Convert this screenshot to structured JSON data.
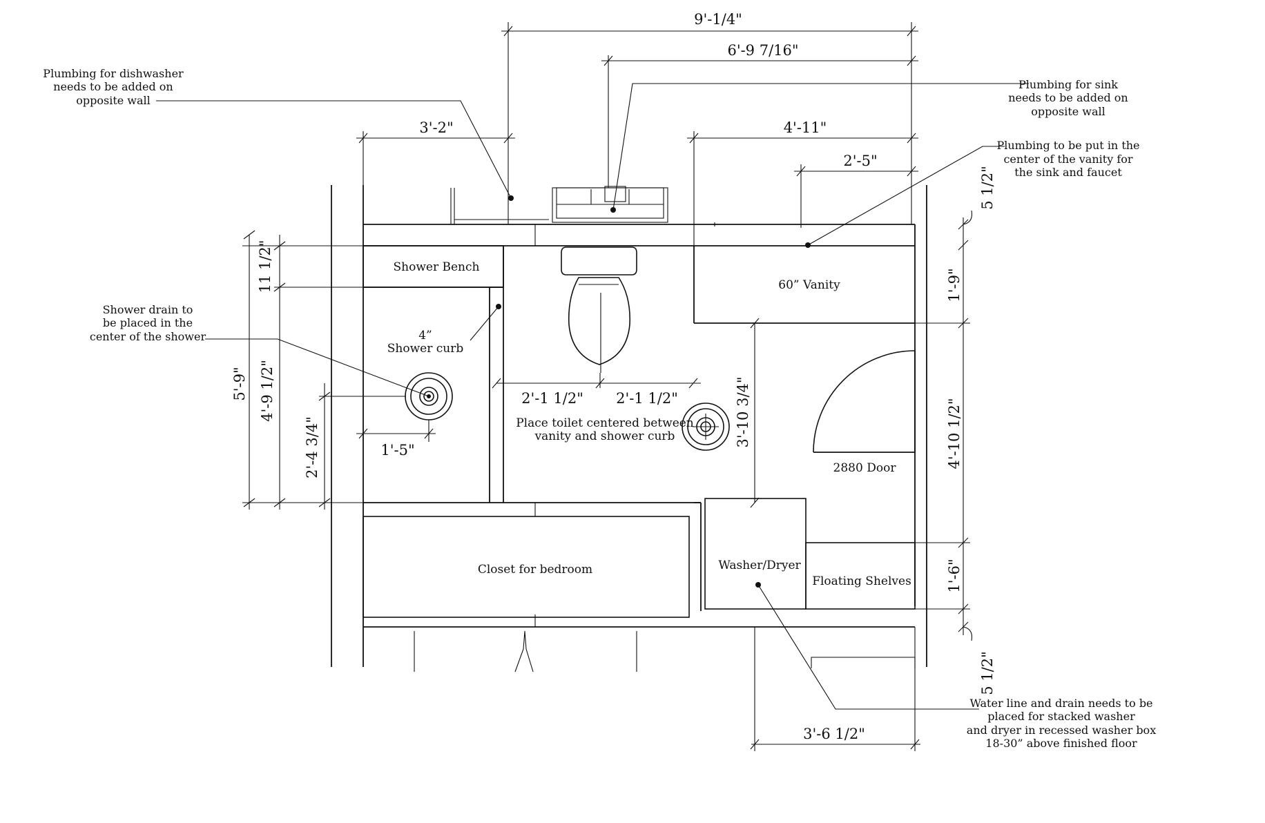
{
  "rooms": {
    "shower_bench": "Shower Bench",
    "shower_curb_size": "4”",
    "shower_curb": "Shower curb",
    "vanity": "60” Vanity",
    "door": "2880 Door",
    "washer_dryer": "Washer/Dryer",
    "floating_shelves": "Floating Shelves",
    "closet": "Closet for bedroom",
    "toilet_note_1": "Place toilet centered between",
    "toilet_note_2": "vanity and shower curb"
  },
  "dimensions": {
    "overall_width": "9'-1/4\"",
    "sink_offset": "6'-9 7/16\"",
    "shower_width": "3'-2\"",
    "vanity_span": "4'-11\"",
    "vanity_center": "2'-5\"",
    "wall_top": "5 1/2\"",
    "vanity_depth": "1'-9\"",
    "door_zone": "4'-10 1/2\"",
    "shelves_depth": "1'-6\"",
    "wall_bottom": "5 1/2\"",
    "laundry_width": "3'-6 1/2\"",
    "laundry_depth": "3'-10 3/4\"",
    "toilet_left": "2'-1 1/2\"",
    "toilet_right": "2'-1 1/2\"",
    "drain_x": "1'-5\"",
    "drain_y": "2'-4 3/4\"",
    "shower_depth_outer": "5'-9\"",
    "shower_depth_inner": "4'-9 1/2\"",
    "bench_depth": "11 1/2\""
  },
  "notes": {
    "dishwasher": [
      "Plumbing for dishwasher",
      "needs to be added on",
      "opposite wall"
    ],
    "sink": [
      "Plumbing for sink",
      "needs to be added on",
      "opposite wall"
    ],
    "vanity_center": [
      "Plumbing to be put in the",
      "center of the vanity for",
      "the sink and faucet"
    ],
    "shower_drain": [
      "Shower drain to",
      "be placed in the",
      "center of the shower"
    ],
    "washer": [
      "Water line and drain needs to be",
      "placed for stacked washer",
      "and dryer in recessed washer box",
      "18-30” above finished floor"
    ]
  }
}
